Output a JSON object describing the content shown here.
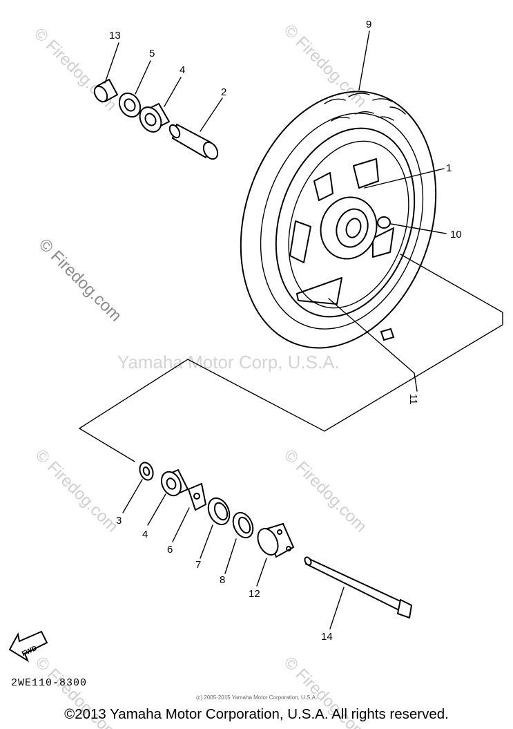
{
  "watermarks": {
    "brand": "© Firedog.com",
    "center": "Yamaha Motor Corp, U.S.A."
  },
  "callouts": {
    "c1": "1",
    "c2": "2",
    "c3": "3",
    "c4a": "4",
    "c4b": "4",
    "c5": "5",
    "c6": "6",
    "c7": "7",
    "c8": "8",
    "c9": "9",
    "c10": "10",
    "c11": "11",
    "c12": "12",
    "c13": "13",
    "c14": "14"
  },
  "fwd_label": "FWD",
  "part_code": "2WE110-8300",
  "small_note": "(c) 2005-2015 Yamaha Motor Corporation, U.S.A.",
  "copyright": "©2013 Yamaha Motor Corporation, U.S.A. All rights reserved."
}
